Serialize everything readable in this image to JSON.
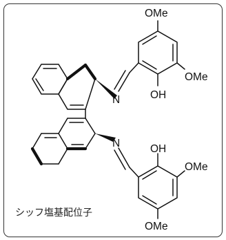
{
  "labels": {
    "ome_top": "OMe",
    "ome_upper_right": "OMe",
    "oh_upper": "OH",
    "n_upper": "N",
    "n_lower": "N",
    "oh_lower": "OH",
    "ome_lower_right": "OMe",
    "ome_bottom": "OMe"
  },
  "caption": "シッフ塩基配位子",
  "colors": {
    "ink": "#111111",
    "frame": "#333333",
    "background": "#ffffff"
  }
}
